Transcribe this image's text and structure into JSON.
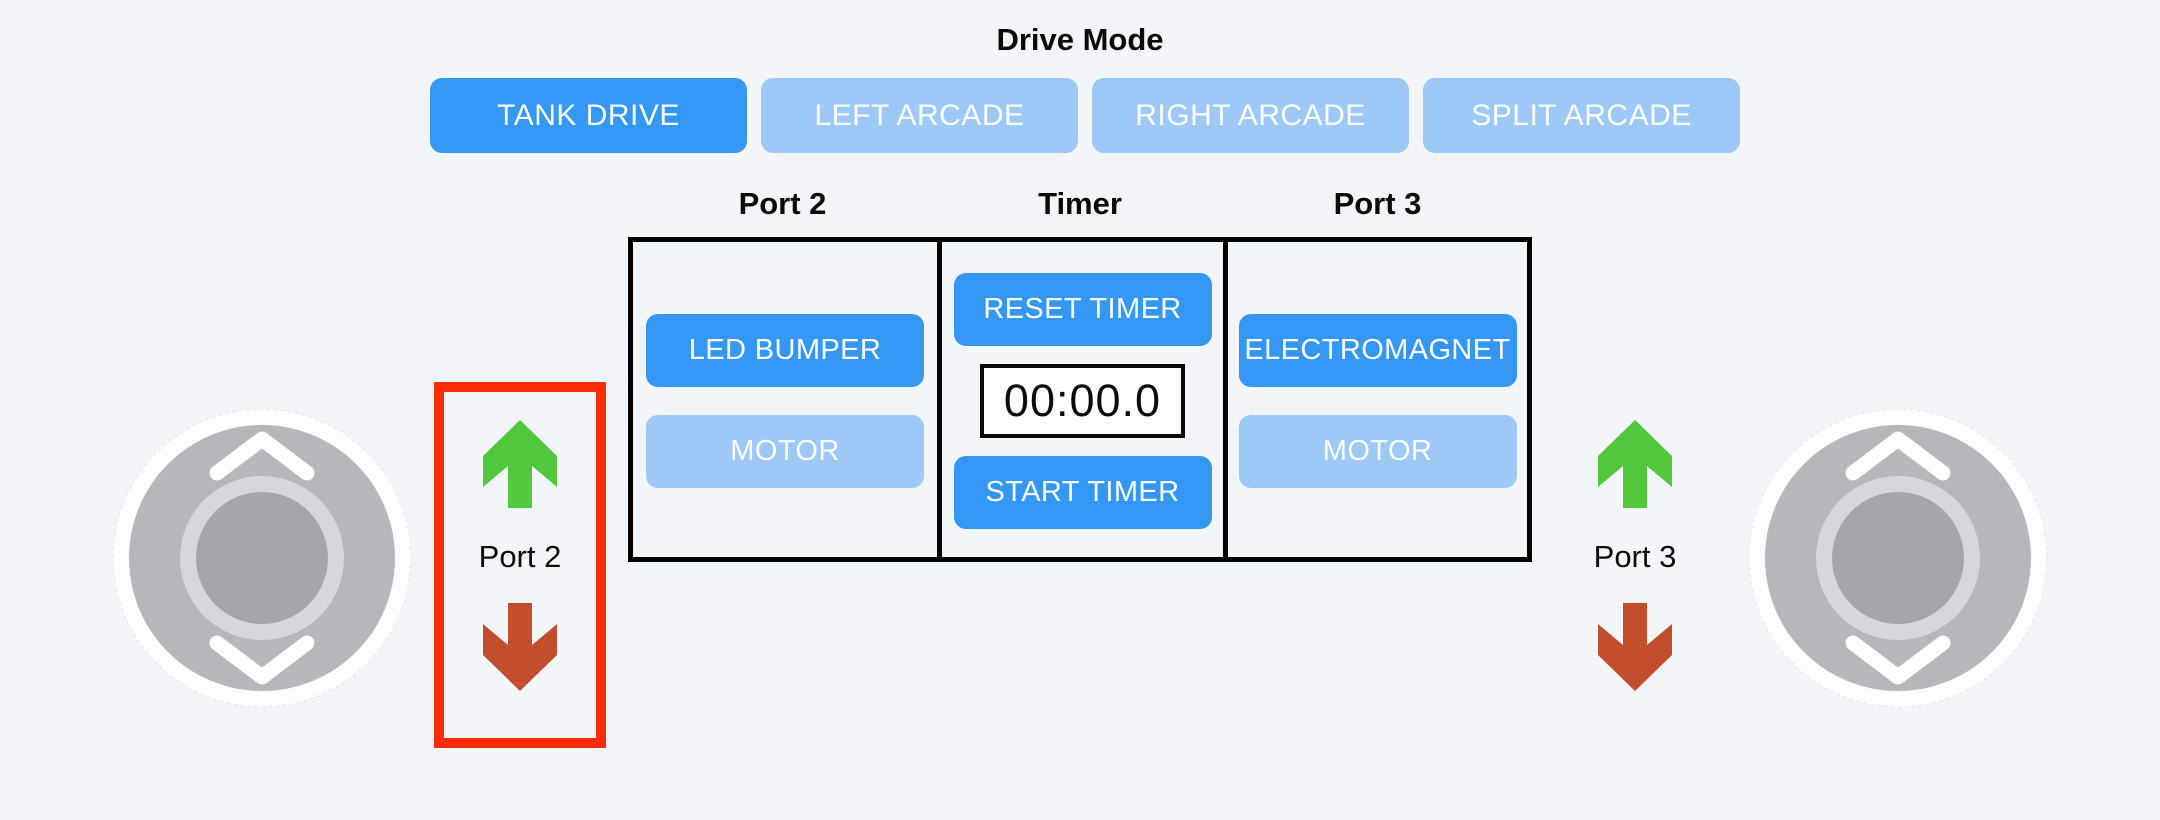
{
  "title": "Drive Mode",
  "drive_modes": [
    {
      "label": "TANK DRIVE",
      "active": true
    },
    {
      "label": "LEFT ARCADE",
      "active": false
    },
    {
      "label": "RIGHT ARCADE",
      "active": false
    },
    {
      "label": "SPLIT ARCADE",
      "active": false
    }
  ],
  "table": {
    "port2": {
      "header": "Port 2",
      "primary": "LED BUMPER",
      "secondary": "MOTOR"
    },
    "timer": {
      "header": "Timer",
      "reset": "RESET TIMER",
      "display": "00:00.0",
      "start": "START TIMER"
    },
    "port3": {
      "header": "Port 3",
      "primary": "ELECTROMAGNET",
      "secondary": "MOTOR"
    }
  },
  "side_controls": {
    "left": {
      "label": "Port 2",
      "selected": true
    },
    "right": {
      "label": "Port 3",
      "selected": false
    }
  },
  "colors": {
    "background": "#f3f6f9",
    "accent_blue": "#3497f3",
    "inactive_blue": "#9ec9f6",
    "button_text": "#fafdff",
    "selection_red": "#fb2b04",
    "arrow_up_green": "#50c73c",
    "arrow_down_red": "#c24e2d",
    "joystick_base_gray": "#b5b8ba",
    "joystick_ring_gray": "#d5d8da",
    "joystick_knob_gray": "#a4a7a9",
    "table_border": "#000000"
  }
}
